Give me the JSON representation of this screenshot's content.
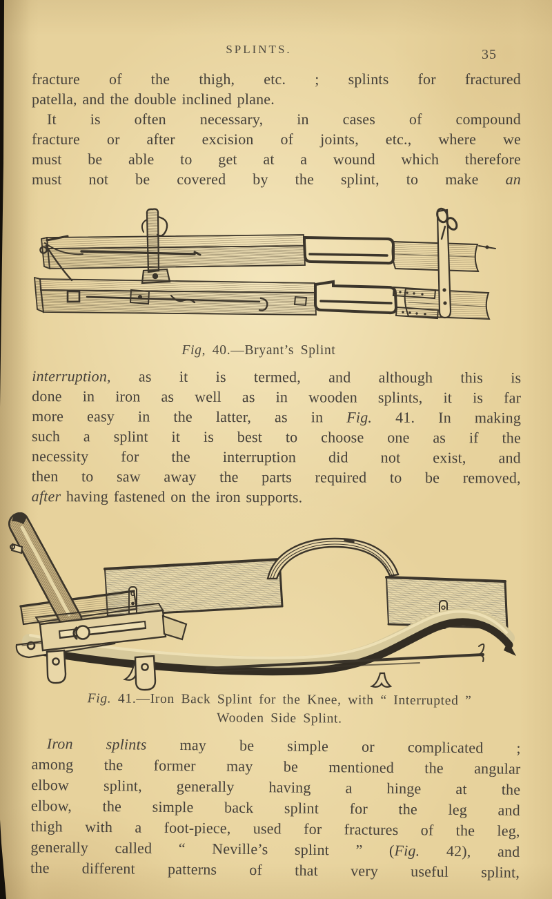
{
  "page": {
    "header": "SPLINTS.",
    "page_number": "35"
  },
  "colors": {
    "paper": "#e7d29c",
    "ink": "#46413a",
    "binding_edge": "#14100b"
  },
  "paragraphs": [
    {
      "indent": false,
      "lines": [
        {
          "text": "fracture of the thigh, etc. ; splints for fractured",
          "justify": true
        },
        {
          "text": "patella, and the double inclined plane.",
          "justify": false
        }
      ]
    },
    {
      "indent": true,
      "lines": [
        {
          "text": "It is often necessary, in cases of compound",
          "justify": true
        },
        {
          "text": "fracture or after excision of joints, etc., where we",
          "justify": true
        },
        {
          "text": "must be able to get at a wound which therefore",
          "justify": true
        },
        {
          "text": "must not be covered by the splint, to make *an*",
          "justify": true
        }
      ]
    },
    {
      "indent": false,
      "lines": [
        {
          "text": "*interruption*, as it is termed, and although this is",
          "justify": true
        },
        {
          "text": "done in iron as well as in wooden splints, it is far",
          "justify": true
        },
        {
          "text": "more easy in the latter, as in *Fig.* 41. In making",
          "justify": true
        },
        {
          "text": "such a splint it is best to choose one as if the",
          "justify": true
        },
        {
          "text": "necessity for the interruption did not exist, and",
          "justify": true
        },
        {
          "text": "then to saw away the parts required to be removed,",
          "justify": true
        },
        {
          "text": "*after* having fastened on the iron supports.",
          "justify": false
        }
      ]
    },
    {
      "indent": true,
      "lines": [
        {
          "text": "*Iron splints* may be simple or complicated ;",
          "justify": true
        },
        {
          "text": "among the former may be mentioned the angular",
          "justify": true
        },
        {
          "text": "elbow splint, generally having a hinge at the",
          "justify": true
        },
        {
          "text": "elbow, the simple back splint for the leg and",
          "justify": true
        },
        {
          "text": "thigh with a foot-piece, used for fractures of the leg,",
          "justify": true
        },
        {
          "text": "generally called “ Neville’s splint ” (*Fig.* 42), and",
          "justify": true
        },
        {
          "text": "the different patterns of that very useful splint,",
          "justify": true
        }
      ]
    }
  ],
  "figures": [
    {
      "number": "40",
      "caption_lines": [
        "*Fig*, 40.—Bryant’s Splint"
      ]
    },
    {
      "number": "41",
      "caption_lines": [
        "*Fig.* 41.—Iron Back Splint for the Knee, with “ Interrupted ”",
        "Wooden Side Splint."
      ]
    }
  ]
}
